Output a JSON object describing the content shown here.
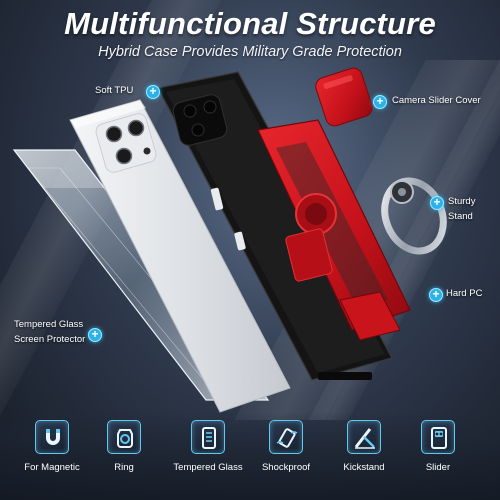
{
  "header": {
    "title": "Multifunctional Structure",
    "subtitle": "Hybrid Case Provides Military Grade Protection"
  },
  "callouts": {
    "soft_tpu": "Soft TPU",
    "camera_slider_cover": "Camera Slider Cover",
    "sturdy_stand": "Sturdy Stand",
    "hard_pc": "Hard PC",
    "tempered_glass_line1": "Tempered Glass",
    "tempered_glass_line2": "Screen Protector"
  },
  "features": [
    {
      "label": "For Magnetic",
      "icon": "magnet-icon"
    },
    {
      "label": "Ring",
      "icon": "ring-icon"
    },
    {
      "label": "Tempered Glass",
      "icon": "tempered-glass-icon"
    },
    {
      "label": "Shockproof",
      "icon": "shockproof-icon"
    },
    {
      "label": "Kickstand",
      "icon": "kickstand-icon"
    },
    {
      "label": "Slider",
      "icon": "slider-icon"
    }
  ],
  "colors": {
    "accent": "#2ab3ea",
    "pc_red": "#c8141c",
    "tpu_black": "#151515",
    "phone_white": "#e9ebee"
  }
}
